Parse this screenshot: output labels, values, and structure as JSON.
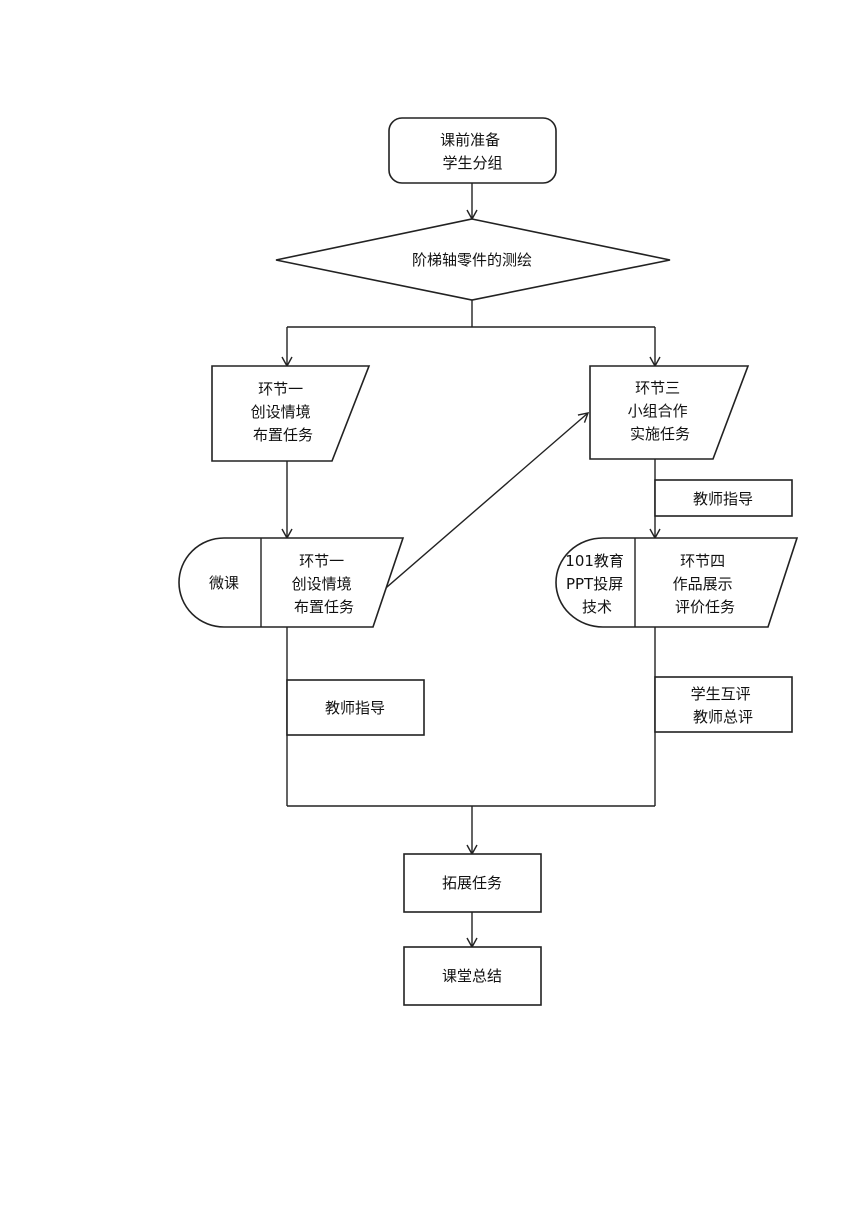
{
  "nodes": {
    "prep": [
      "课前准备",
      "学生分组"
    ],
    "topic": [
      "阶梯轴零件的测绘"
    ],
    "stage1": [
      "环节一",
      "创设情境",
      "布置任务"
    ],
    "microlesson": [
      "微课"
    ],
    "stage1_repeat": [
      "环节一",
      "创设情境",
      "布置任务"
    ],
    "guide_left": [
      "教师指导"
    ],
    "stage3": [
      "环节三",
      "小组合作",
      "实施任务"
    ],
    "guide_right": [
      "教师指导"
    ],
    "tech": [
      "101教育",
      "PPT投屏",
      "技术"
    ],
    "stage4": [
      "环节四",
      "作品展示",
      "评价任务"
    ],
    "evaluation": [
      "学生互评",
      "教师总评"
    ],
    "extension": [
      "拓展任务"
    ],
    "summary": [
      "课堂总结"
    ]
  }
}
